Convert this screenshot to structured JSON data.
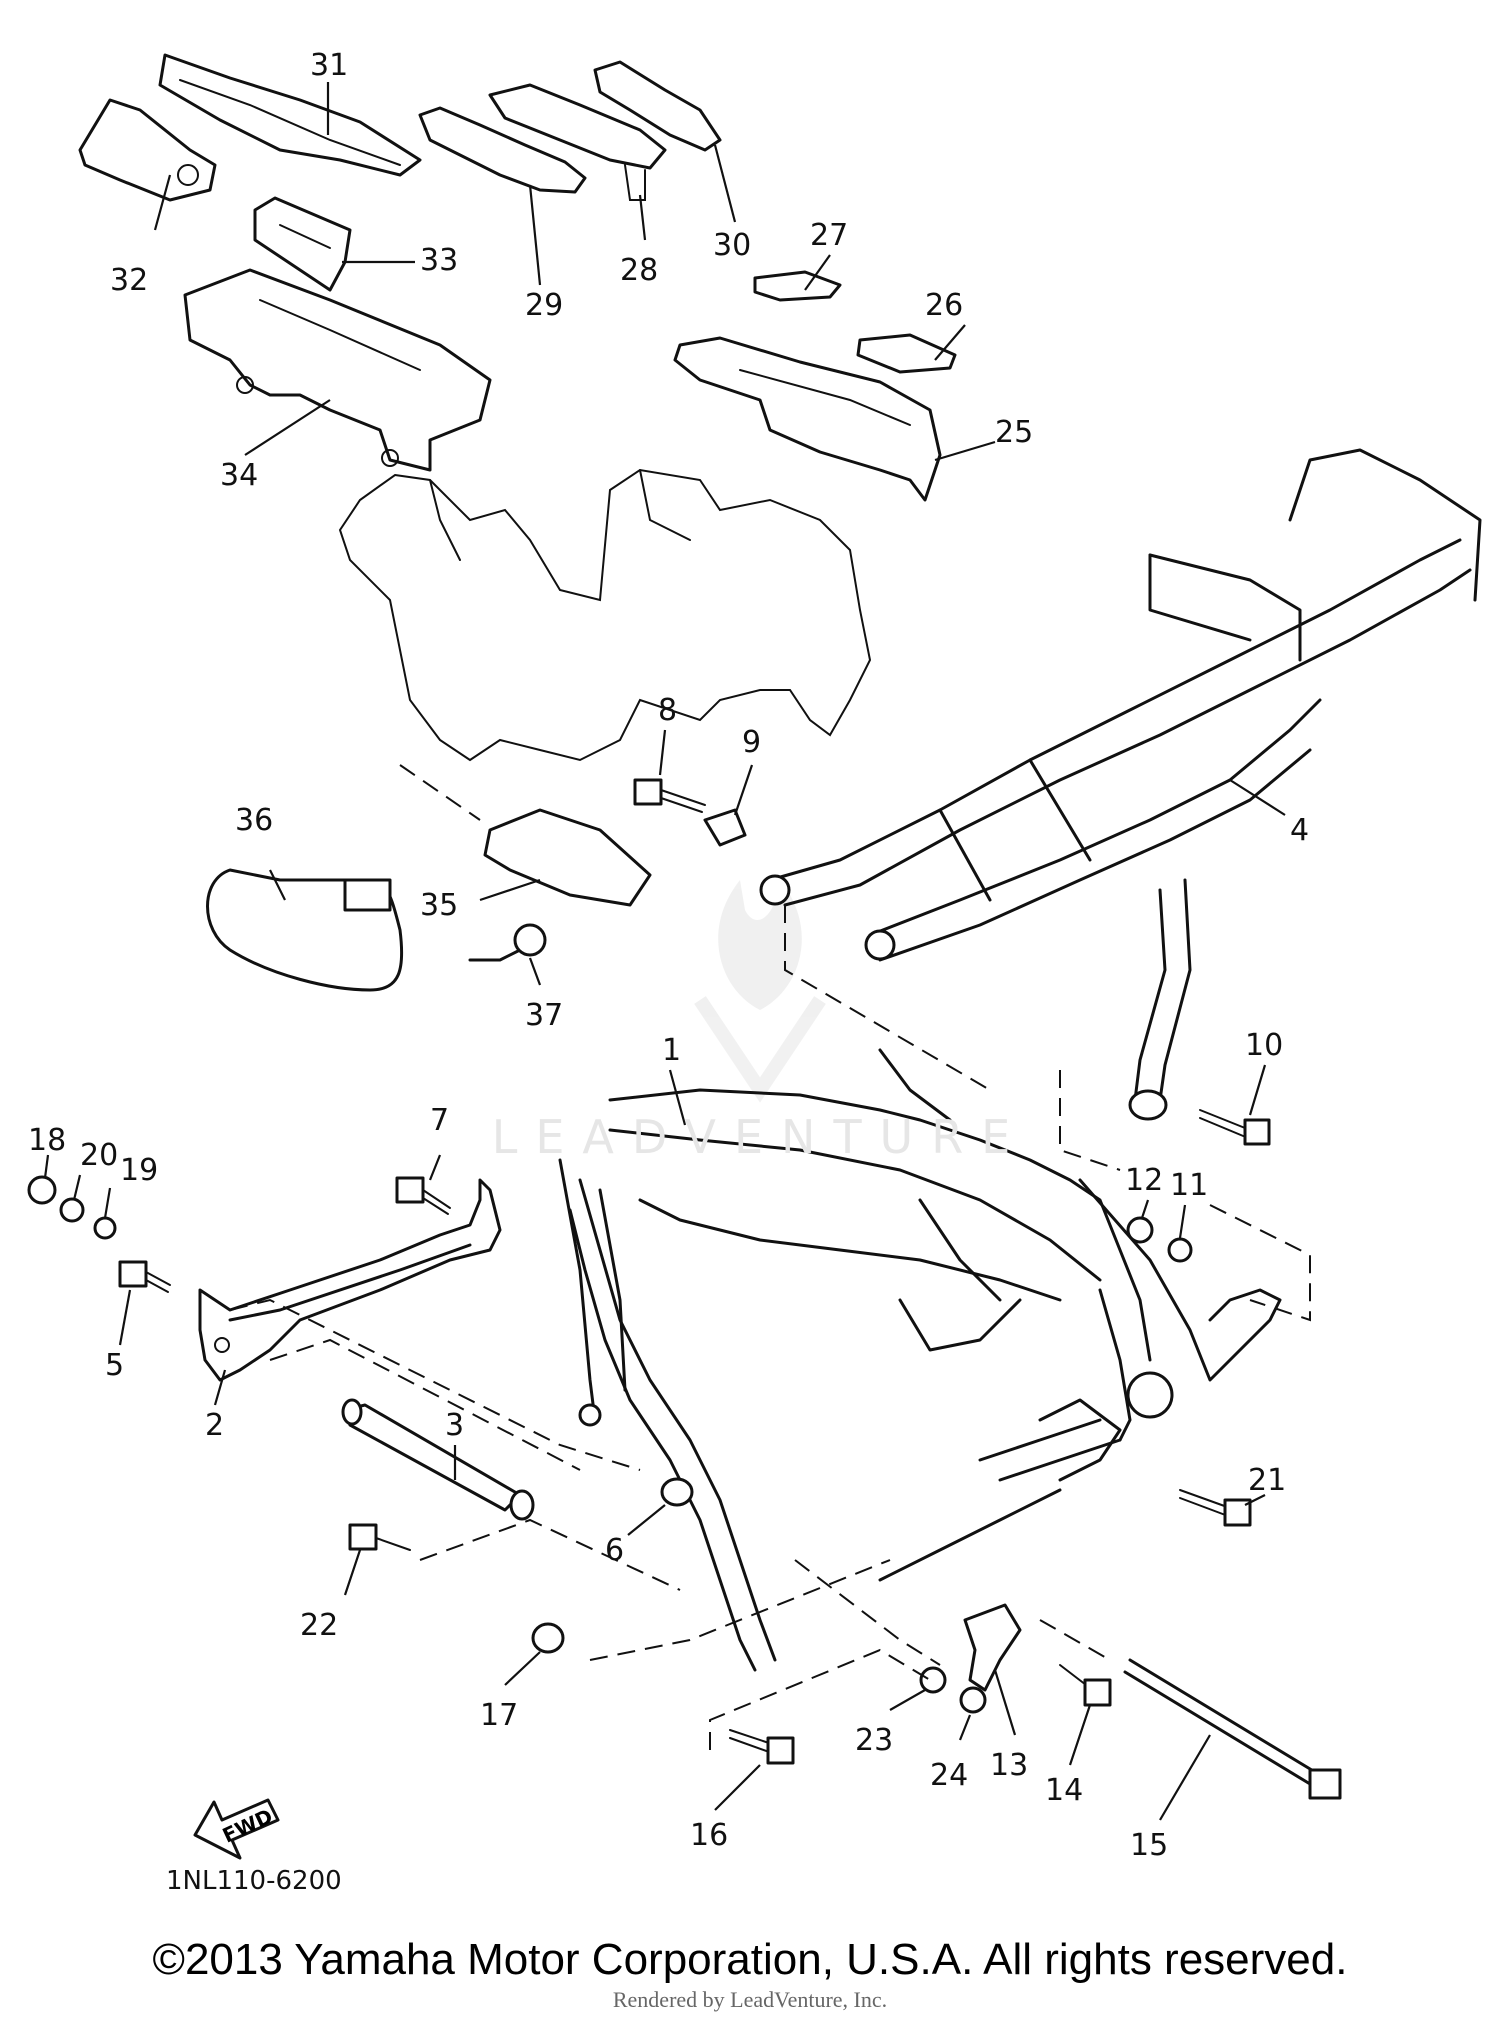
{
  "diagram": {
    "code": "1NL110-6200",
    "fwd_label": "FWD",
    "watermark": "LEADVENTURE",
    "callouts": [
      "1",
      "2",
      "3",
      "4",
      "5",
      "6",
      "7",
      "8",
      "9",
      "10",
      "11",
      "12",
      "13",
      "14",
      "15",
      "16",
      "17",
      "18",
      "19",
      "20",
      "21",
      "22",
      "23",
      "24",
      "25",
      "26",
      "27",
      "28",
      "29",
      "30",
      "31",
      "32",
      "33",
      "34",
      "35",
      "36",
      "37"
    ]
  },
  "footer": {
    "copyright": "©2013 Yamaha Motor Corporation, U.S.A. All rights reserved.",
    "rendered_by": "Rendered by LeadVenture, Inc."
  }
}
